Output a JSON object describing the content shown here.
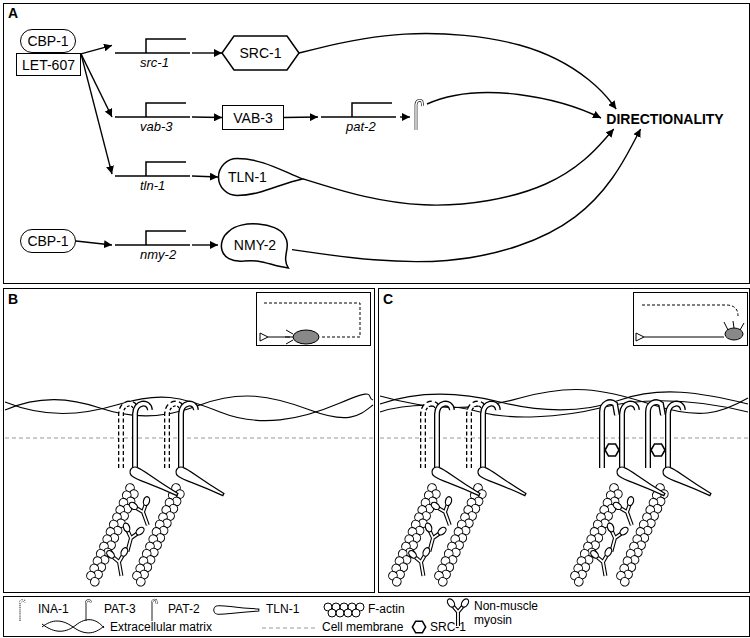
{
  "diagram": {
    "nodes": [
      {
        "text": [
          "CBP-1"
        ]
      },
      {
        "text": [
          "LET-607"
        ]
      },
      {
        "text": [
          "src-1"
        ]
      },
      {
        "text": [
          "SRC-1"
        ]
      },
      {
        "text": [
          "vab-3"
        ]
      },
      {
        "text": [
          "VAB-3"
        ]
      },
      {
        "text": [
          "pat-2"
        ]
      },
      {
        "text": [
          "tln-1"
        ]
      },
      {
        "text": [
          "TLN-1"
        ]
      },
      {
        "text": [
          "DIRECTIONALITY"
        ]
      },
      {
        "text": [
          "CBP-1"
        ]
      },
      {
        "text": [
          "nmy-2"
        ]
      },
      {
        "text": [
          "NMY-2"
        ]
      }
    ],
    "edges": [
      {
        "from": 1,
        "to": 2,
        "arrow": "to"
      },
      {
        "from": 1,
        "to": 4,
        "arrow": "to"
      },
      {
        "from": 1,
        "to": 7,
        "arrow": "to"
      },
      {
        "from": 2,
        "to": 3,
        "arrow": "to"
      },
      {
        "from": 4,
        "to": 5,
        "arrow": "to"
      },
      {
        "from": 5,
        "to": 6,
        "arrow": "to"
      },
      {
        "from": 7,
        "to": 8,
        "arrow": "to"
      },
      {
        "from": 3,
        "to": 9,
        "arrow": "to"
      },
      {
        "from": 8,
        "to": 9,
        "arrow": "to"
      },
      {
        "from": 10,
        "to": 11,
        "arrow": "to"
      },
      {
        "from": 11,
        "to": 12,
        "arrow": "to"
      },
      {
        "from": 12,
        "to": 9,
        "arrow": "to"
      }
    ],
    "labels": [
      "A",
      "B",
      "C"
    ],
    "legend": [
      {
        "text": "INA-1"
      },
      {
        "text": "PAT-3"
      },
      {
        "text": "PAT-2"
      },
      {
        "text": "TLN-1"
      },
      {
        "text": "F-actin"
      },
      {
        "text": "Non-muscle myosin"
      },
      {
        "text": "Extracellular matrix"
      },
      {
        "text": "Cell membrane"
      },
      {
        "text": "SRC-1"
      }
    ]
  }
}
